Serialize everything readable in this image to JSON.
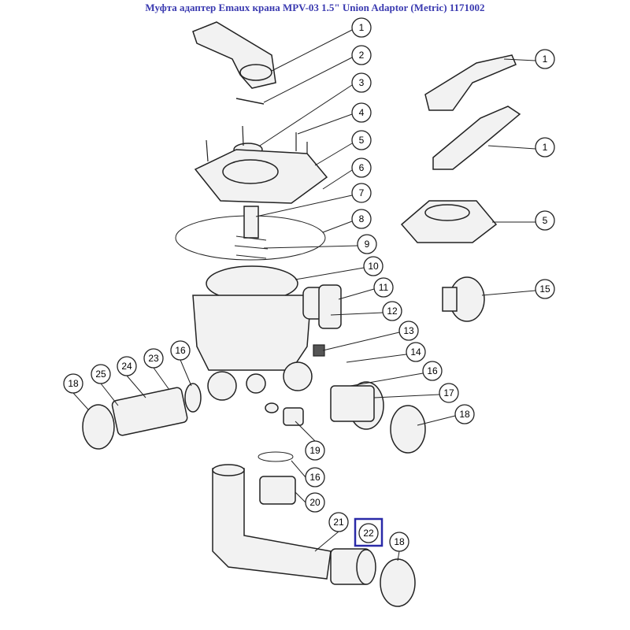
{
  "title": "Муфта адаптер Emaux крана MPV-03 1.5\" Union Adaptor (Metric) 1171002",
  "highlight_color": "#2a2aa8",
  "highlighted_part": "22",
  "callouts": [
    {
      "id": "c1a",
      "label": "1"
    },
    {
      "id": "c2",
      "label": "2"
    },
    {
      "id": "c3",
      "label": "3"
    },
    {
      "id": "c4",
      "label": "4"
    },
    {
      "id": "c5a",
      "label": "5"
    },
    {
      "id": "c6",
      "label": "6"
    },
    {
      "id": "c7",
      "label": "7"
    },
    {
      "id": "c8",
      "label": "8"
    },
    {
      "id": "c9",
      "label": "9"
    },
    {
      "id": "c10",
      "label": "10"
    },
    {
      "id": "c11",
      "label": "11"
    },
    {
      "id": "c12",
      "label": "12"
    },
    {
      "id": "c13",
      "label": "13"
    },
    {
      "id": "c14",
      "label": "14"
    },
    {
      "id": "c16a",
      "label": "16"
    },
    {
      "id": "c17",
      "label": "17"
    },
    {
      "id": "c18a",
      "label": "18"
    },
    {
      "id": "c1b",
      "label": "1"
    },
    {
      "id": "c1c",
      "label": "1"
    },
    {
      "id": "c5b",
      "label": "5"
    },
    {
      "id": "c15",
      "label": "15"
    },
    {
      "id": "c18b",
      "label": "18"
    },
    {
      "id": "c25",
      "label": "25"
    },
    {
      "id": "c24",
      "label": "24"
    },
    {
      "id": "c23",
      "label": "23"
    },
    {
      "id": "c16b",
      "label": "16"
    },
    {
      "id": "c19",
      "label": "19"
    },
    {
      "id": "c16c",
      "label": "16"
    },
    {
      "id": "c20",
      "label": "20"
    },
    {
      "id": "c21",
      "label": "21"
    },
    {
      "id": "c22",
      "label": "22"
    },
    {
      "id": "c18c",
      "label": "18"
    }
  ]
}
